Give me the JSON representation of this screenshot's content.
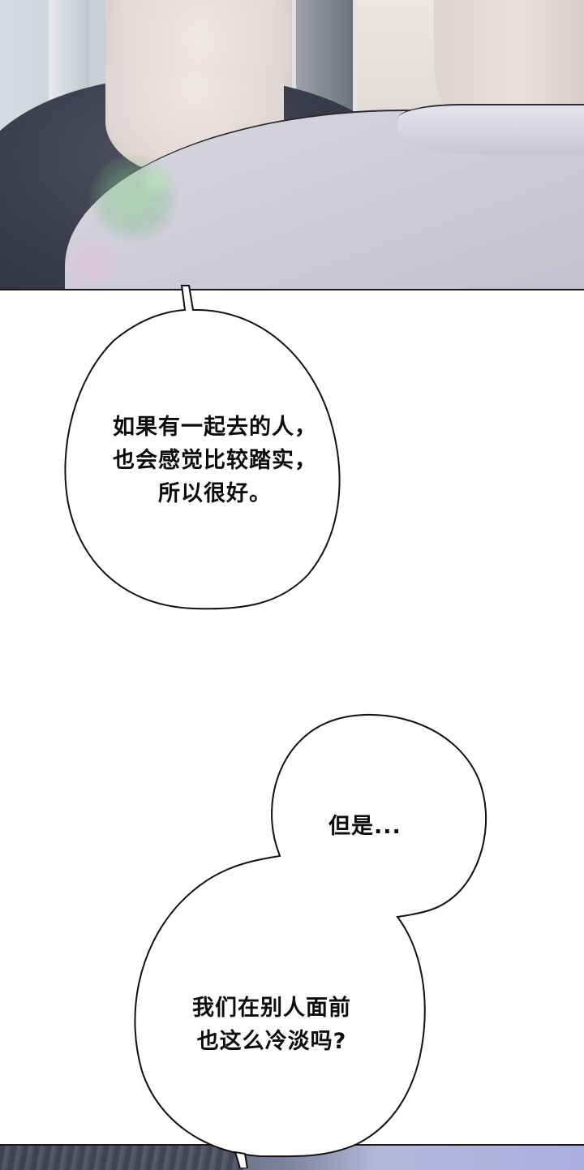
{
  "page": {
    "type": "webtoon-strip",
    "background_color": "#ffffff",
    "outline_color": "#111111"
  },
  "panels": [
    {
      "id": "panel-top",
      "description": "Close-up of two men: one in dark navy t-shirt facing viewer, another in white t-shirt seen from behind, soft green lens flare",
      "palette": {
        "dark_shirt": "#3a3c4b",
        "white_shirt": "#cfccd9",
        "skin": "#e8dfde",
        "flare": "#9cd49c"
      }
    },
    {
      "id": "panel-bottom",
      "description": "Partially visible next panel: dark hair on left, pale blue-lavender background on right",
      "palette": {
        "hair": "#4a4c5c",
        "background": "#aab0e0"
      }
    }
  ],
  "bubbles": [
    {
      "id": "bubble-1",
      "lines": [
        "如果有一起去的人，",
        "也会感觉比较踏实，",
        "所以很好。"
      ]
    },
    {
      "id": "bubble-2",
      "lines": [
        "但是..."
      ]
    },
    {
      "id": "bubble-3",
      "lines": [
        "我们在别人面前",
        "也这么冷淡吗?"
      ]
    }
  ]
}
